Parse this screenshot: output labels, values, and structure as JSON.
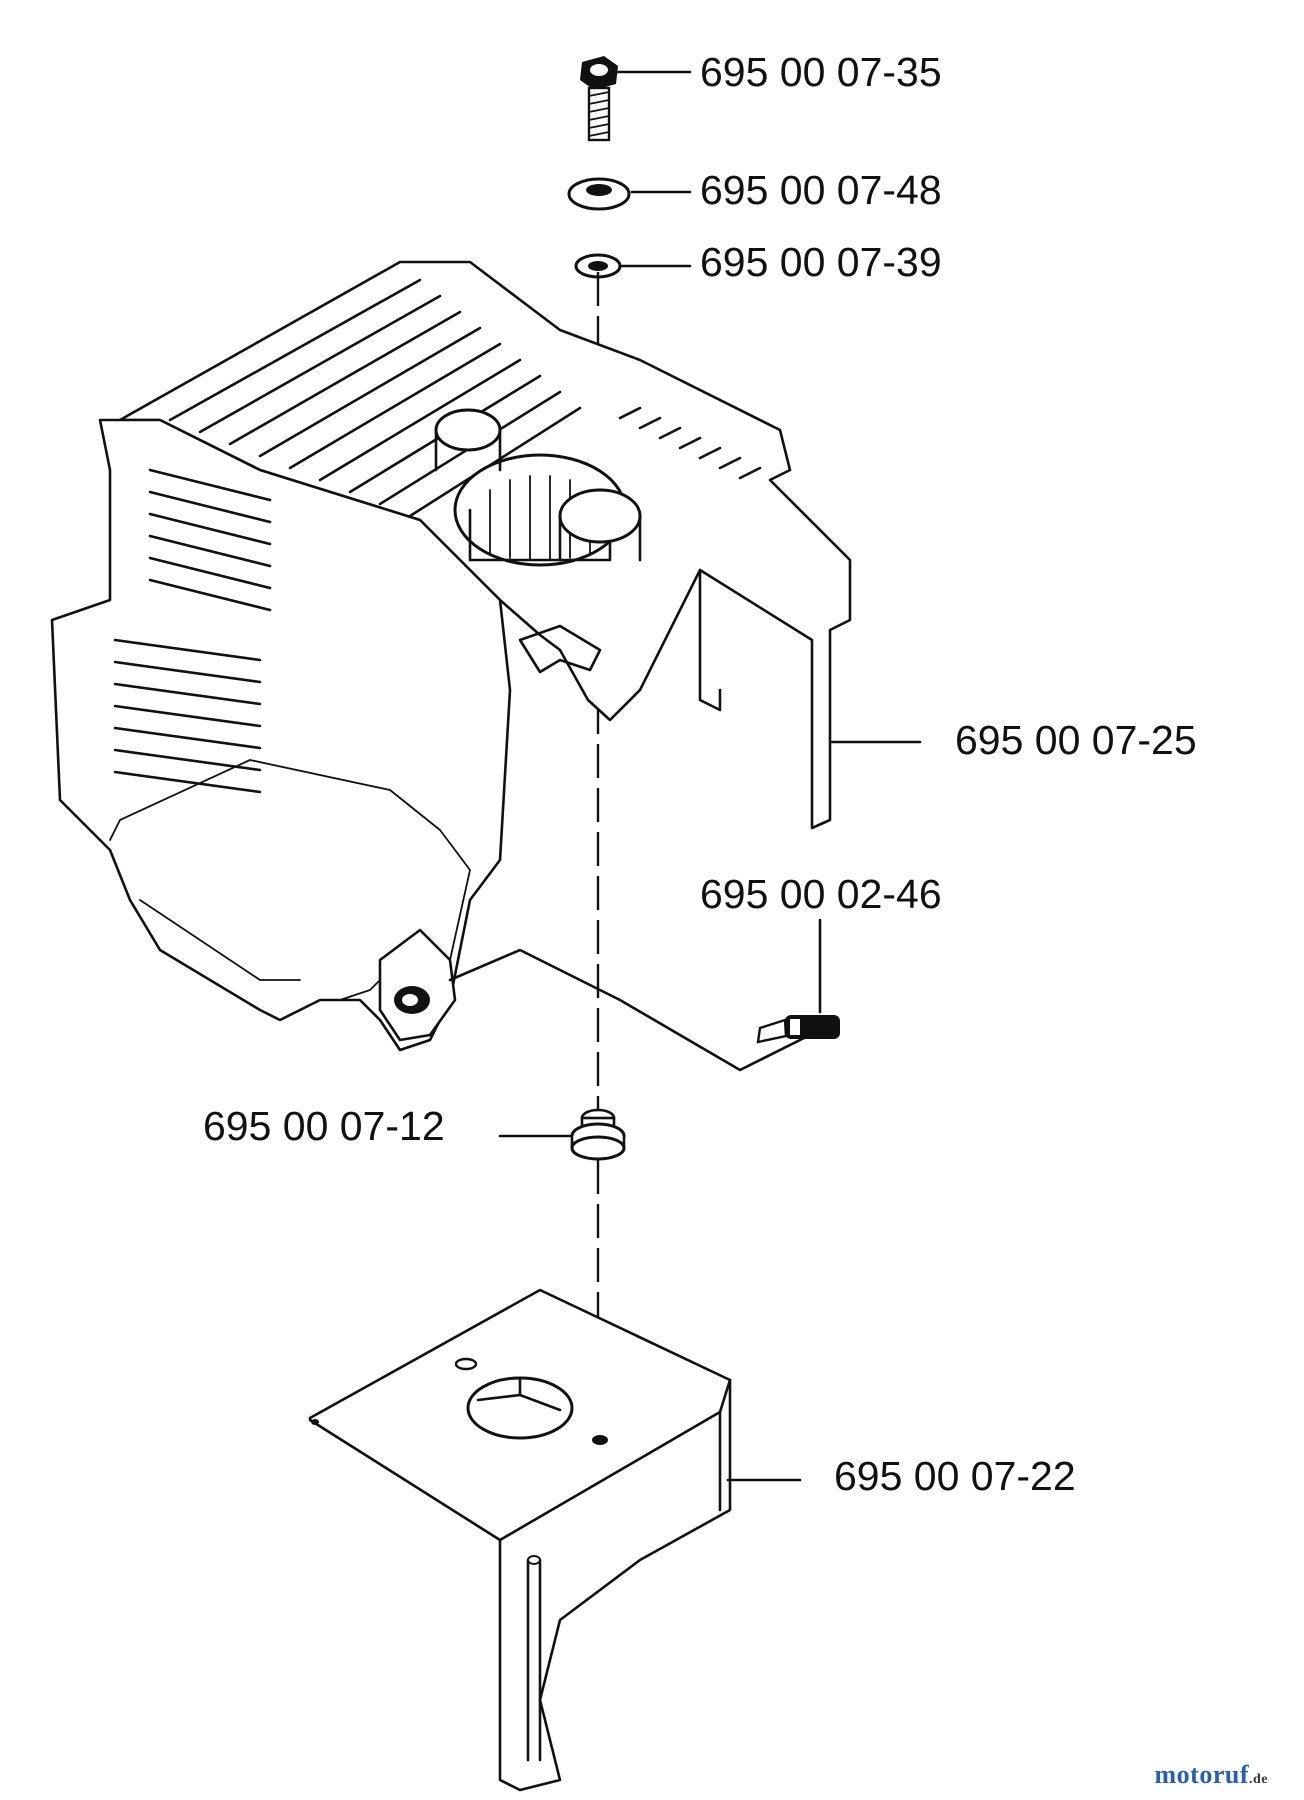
{
  "diagram": {
    "parts": [
      {
        "id": "screw",
        "number": "695 00 07-35"
      },
      {
        "id": "washer",
        "number": "695 00 07-48"
      },
      {
        "id": "small-washer",
        "number": "695 00 07-39"
      },
      {
        "id": "cylinder-cover",
        "number": "695 00 07-25"
      },
      {
        "id": "side-screw",
        "number": "695 00 02-46"
      },
      {
        "id": "spacer",
        "number": "695 00 07-12"
      },
      {
        "id": "bracket-plate",
        "number": "695 00 07-22"
      }
    ]
  },
  "watermark": {
    "text_main": "motoruf",
    "text_tld": ".de"
  }
}
